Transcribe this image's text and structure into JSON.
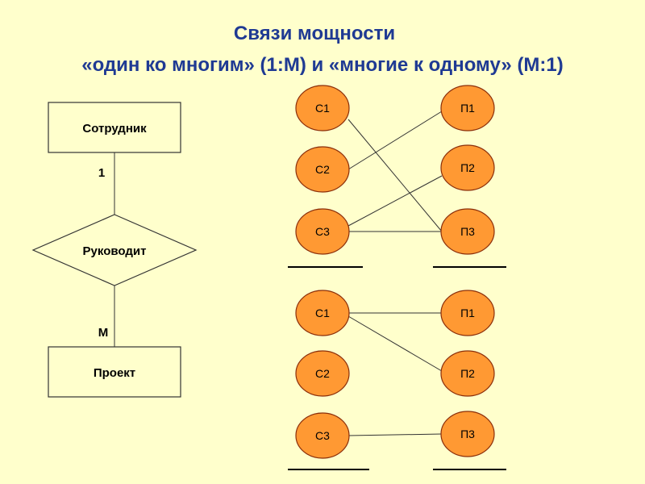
{
  "title": {
    "line1": "Связи мощности",
    "line2": "«один ко многим» (1:М) и «многие к одному» (М:1)"
  },
  "er_diagram": {
    "entity_top": "Сотрудник",
    "relationship": "Руководит",
    "entity_bottom": "Проект",
    "cardinality_top": "1",
    "cardinality_bottom": "М"
  },
  "mapping_top": {
    "left_nodes": [
      "С1",
      "С2",
      "С3"
    ],
    "right_nodes": [
      "П1",
      "П2",
      "П3"
    ],
    "links": [
      [
        "С1",
        "П3"
      ],
      [
        "С2",
        "П1"
      ],
      [
        "С3",
        "П2"
      ],
      [
        "С3",
        "П3"
      ]
    ]
  },
  "mapping_bottom": {
    "left_nodes": [
      "С1",
      "С2",
      "С3"
    ],
    "right_nodes": [
      "П1",
      "П2",
      "П3"
    ],
    "links": [
      [
        "С1",
        "П1"
      ],
      [
        "С1",
        "П2"
      ],
      [
        "С3",
        "П3"
      ]
    ]
  },
  "colors": {
    "background": "#FFFFCC",
    "title": "#1F3A93",
    "node_fill": "#FF9933",
    "node_stroke": "#8B2E0A",
    "shape_fill": "#FFFFCC",
    "line": "#333333"
  }
}
